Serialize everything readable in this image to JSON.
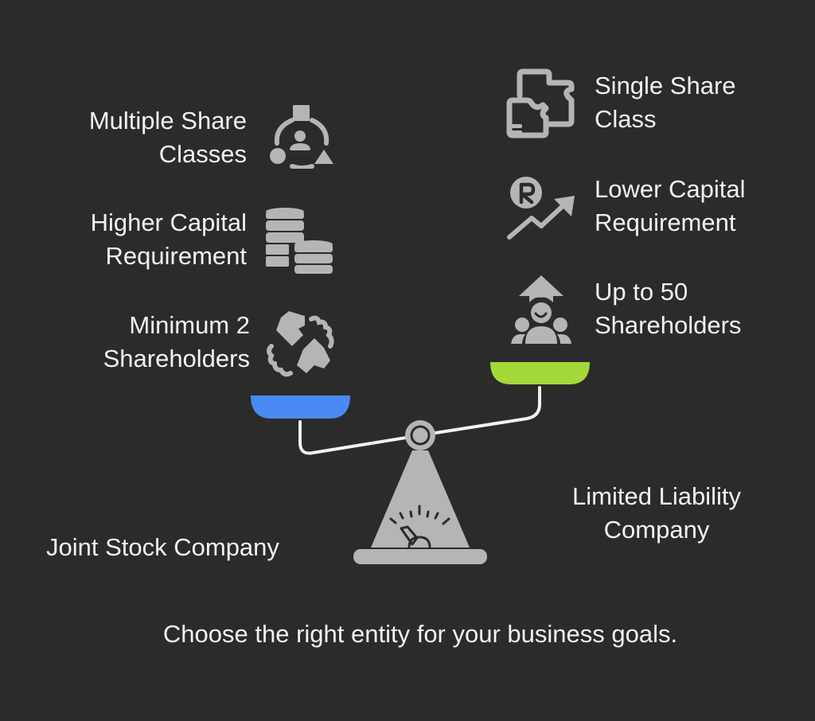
{
  "left_side": {
    "title": "Joint Stock Company",
    "pan_color": "#4a8af4",
    "items": [
      {
        "label": "Multiple Share\nClasses",
        "icon": "share-classes-icon"
      },
      {
        "label": "Higher Capital\nRequirement",
        "icon": "coin-stacks-icon"
      },
      {
        "label": "Minimum 2\nShareholders",
        "icon": "handshake-plug-icon"
      }
    ]
  },
  "right_side": {
    "title": "Limited Liability\nCompany",
    "pan_color": "#a4d93a",
    "items": [
      {
        "label": "Single Share\nClass",
        "icon": "puzzle-document-icon"
      },
      {
        "label": "Lower Capital\nRequirement",
        "icon": "rupee-growth-icon"
      },
      {
        "label": "Up to 50\nShareholders",
        "icon": "group-growth-icon"
      }
    ]
  },
  "footer": {
    "caption": "Choose the right entity for your business goals."
  },
  "colors": {
    "background": "#2b2b2b",
    "icon": "#b5b5b5",
    "beam": "#f2f2f2",
    "text": "#f2f2f2"
  }
}
